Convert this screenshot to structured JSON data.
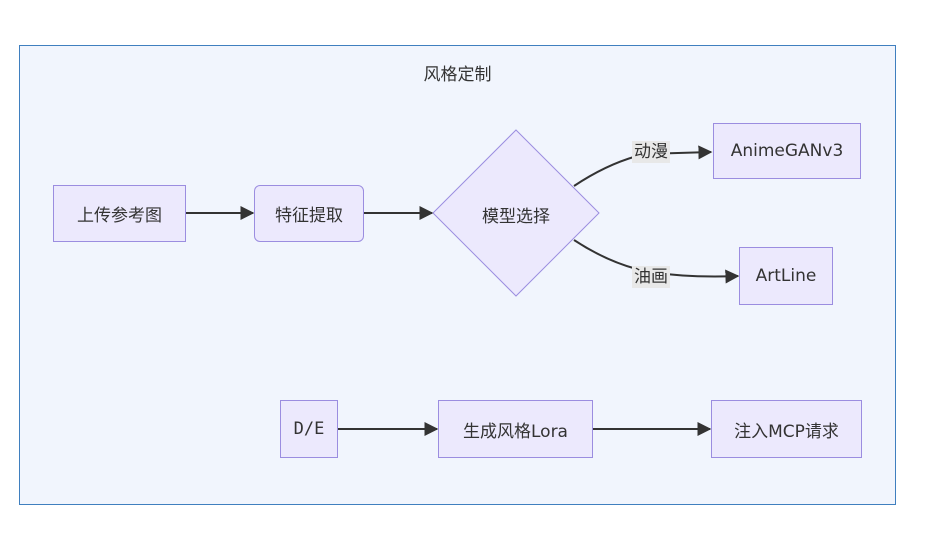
{
  "subgraph": {
    "title": "风格定制"
  },
  "nodes": {
    "upload": "上传参考图",
    "extract": "特征提取",
    "select": "模型选择",
    "anime": "AnimeGANv3",
    "artline": "ArtLine",
    "de": "D/E",
    "lora": "生成风格Lora",
    "mcp": "注入MCP请求"
  },
  "edge_labels": {
    "anime": "动漫",
    "oil": "油画"
  },
  "colors": {
    "node_fill": "#ece9fd",
    "node_border": "#9b8de0",
    "cluster_fill": "#f1f5fd",
    "cluster_border": "#3f7fbf",
    "edge": "#333333"
  }
}
